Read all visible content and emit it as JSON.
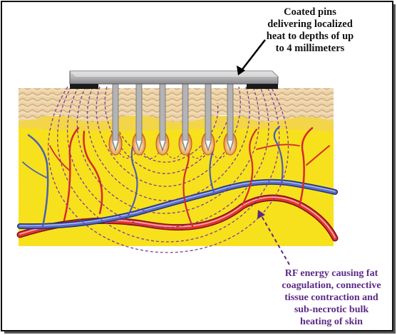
{
  "labels": {
    "pins_annotation": [
      "Coated pins",
      "delivering localized",
      "heat to depths of up",
      "to 4 millimeters"
    ],
    "rf_annotation": [
      "RF energy causing fat",
      "coagulation, connective",
      "tissue contraction and",
      "sub-necrotic bulk",
      "heating of skin"
    ]
  },
  "colors": {
    "fat_layer": "#f7e11d",
    "epidermis": "#e8c79a",
    "handpiece": "#b0b0b2",
    "pin": "#a9a9a9",
    "rf_field_lines": "#7d3c98",
    "annotation_text": "#5b2a86",
    "artery": "#d62a2a",
    "vein": "#4a5fb5",
    "coagulation_zone": "#e06a1e"
  },
  "icons": {
    "pointer_solid": "arrow-icon",
    "pointer_dashed": "dashed-arrow-icon"
  }
}
